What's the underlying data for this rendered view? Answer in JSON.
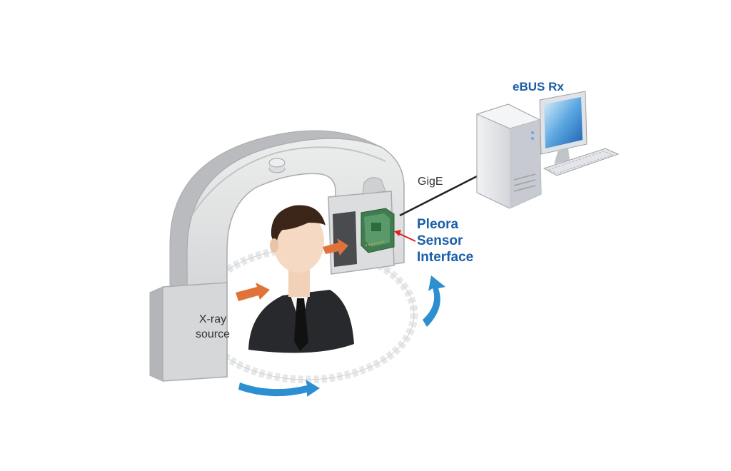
{
  "labels": {
    "host_pc": "eBUS Rx",
    "link": "GigE",
    "interface_lines": [
      "Pleora",
      "Sensor",
      "Interface"
    ],
    "source_lines": [
      "X-ray",
      "source"
    ]
  },
  "colors": {
    "label_blue": "#1a5ea8",
    "label_dark": "#333333",
    "gantry_gray": "#d9dadb",
    "rotation_arrow_blue": "#2b8fd0",
    "beam_arrow_orange": "#e0733a",
    "sensor_board_green": "#3f7d4e",
    "pointer_red": "#e02020"
  }
}
